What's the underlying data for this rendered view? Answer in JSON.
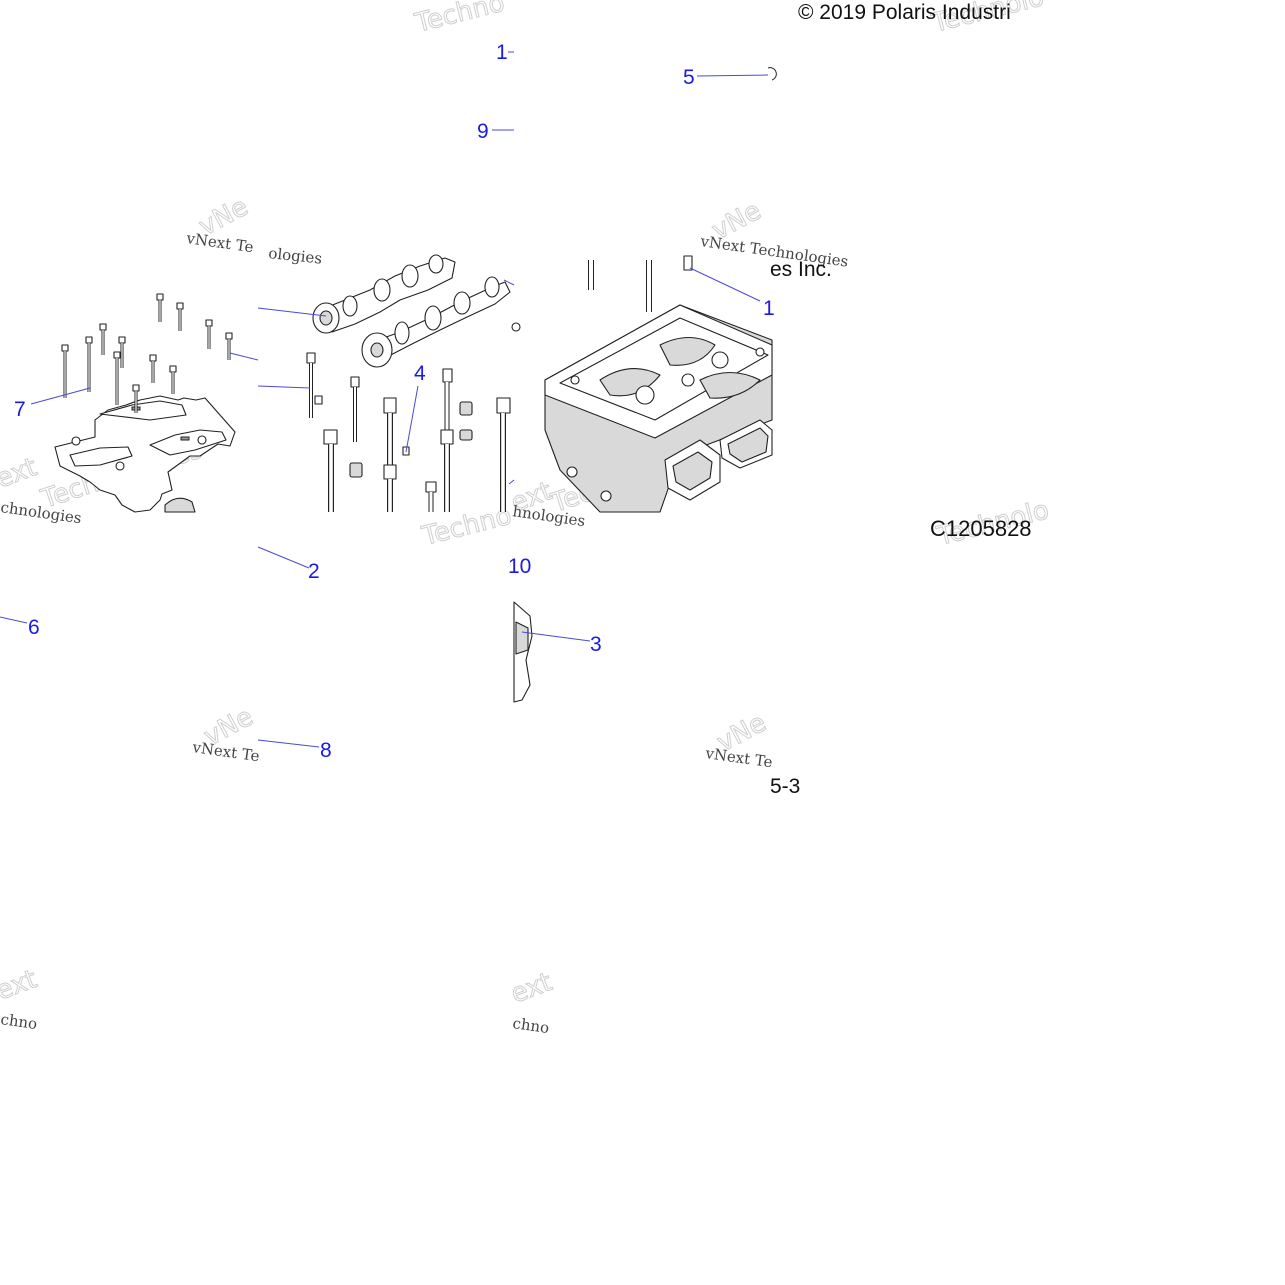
{
  "header": {
    "copyright": "© 2019 Polaris Industri",
    "fragment_company": "es Inc.",
    "fragment_page": "5-3"
  },
  "figure_code": "C1205828",
  "callouts": [
    "1",
    "1",
    "2",
    "3",
    "4",
    "5",
    "6",
    "7",
    "8",
    "9",
    "10"
  ],
  "watermarks": {
    "line1": "vNext Te",
    "line2": "Technologies",
    "line3": "chnologies",
    "line4": "vNe",
    "line5": "Technolo",
    "line6": "ext",
    "line7": "Techno",
    "line8": "chno",
    "line9": "vNext Technologies",
    "line10": "hnologies",
    "line11": "Technologies",
    "line12": "ologies"
  }
}
